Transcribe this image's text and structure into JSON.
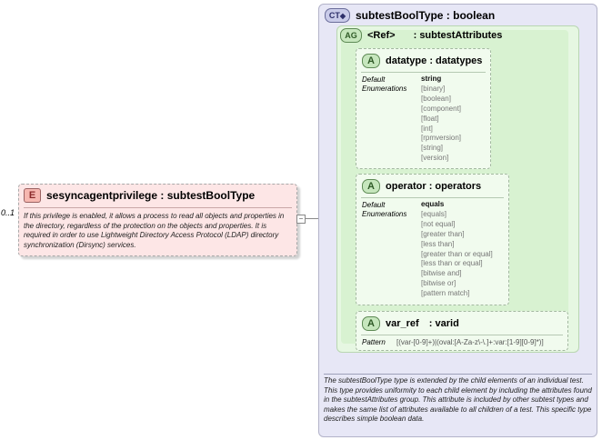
{
  "element": {
    "badge": "E",
    "name": "sesyncagentprivilege",
    "type": "subtestBoolType",
    "occurrence": "0..1",
    "description": "If this privilege is enabled, it allows a process to read all objects and properties in the directory, regardless of the protection on the objects and properties. It is required in order to use Lightweight Directory Access Protocol (LDAP) directory synchronization (Dirsync) services."
  },
  "complex_type": {
    "badge": "CT",
    "name": "subtestBoolType",
    "base": "boolean",
    "description": "The subtestBoolType type is extended by the child elements of an individual test.  This type provides uniformity to each child element by including the attributes found in the subtestAttributes group.  This attribute is included by other subtest types and makes the same list of attributes available to all children of a test.  This specific type describes simple boolean data."
  },
  "attribute_group": {
    "badge": "AG",
    "ref": "<Ref>",
    "name": "subtestAttributes"
  },
  "attributes": [
    {
      "badge": "A",
      "name": "datatype",
      "type": "datatypes",
      "default_label": "Default",
      "enum_label": "Enumerations",
      "default": "string",
      "enumerations": [
        "[binary]",
        "[boolean]",
        "[component]",
        "[float]",
        "[int]",
        "[rpmversion]",
        "[string]",
        "[version]"
      ]
    },
    {
      "badge": "A",
      "name": "operator",
      "type": "operators",
      "default_label": "Default",
      "enum_label": "Enumerations",
      "default": "equals",
      "enumerations": [
        "[equals]",
        "[not equal]",
        "[greater than]",
        "[less than]",
        "[greater than or equal]",
        "[less than or equal]",
        "[bitwise and]",
        "[bitwise or]",
        "[pattern match]"
      ]
    },
    {
      "badge": "A",
      "name": "var_ref",
      "type": "varid",
      "pattern_label": "Pattern",
      "pattern": "[(var-[0-9]+)|(oval:[A-Za-z\\-\\.]+:var:[1-9][0-9]*)]"
    }
  ]
}
